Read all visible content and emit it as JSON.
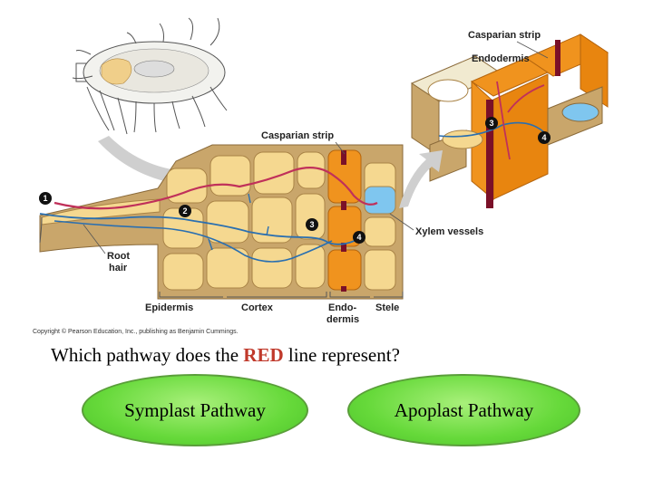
{
  "labels": {
    "casparian_strip_top": "Casparian strip",
    "endodermis_top": "Endodermis",
    "casparian_strip_mid": "Casparian strip",
    "xylem_vessels": "Xylem vessels",
    "root_hair": [
      "Root",
      "hair"
    ],
    "epidermis": "Epidermis",
    "cortex": "Cortex",
    "endodermis_bottom": [
      "Endo-",
      "dermis"
    ],
    "stele": "Stele"
  },
  "markers": [
    "1",
    "2",
    "3",
    "4",
    "3",
    "4"
  ],
  "copyright": "Copyright © Pearson Education, Inc., publishing as Benjamin Cummings.",
  "question": {
    "prefix": "Which pathway does the ",
    "highlight": "RED",
    "suffix": " line represent?"
  },
  "answers": {
    "symplast": "Symplast Pathway",
    "apoplast": "Apoplast Pathway"
  },
  "colors": {
    "red_pathway": "#c0305a",
    "blue_pathway": "#2a6fb0",
    "cell_fill": "#f5d890",
    "cell_wall": "#c9a66b",
    "endodermis": "#f0931e",
    "casparian": "#7a1028",
    "xylem": "#7fc6ef",
    "answer_fill": "#66d93a"
  }
}
